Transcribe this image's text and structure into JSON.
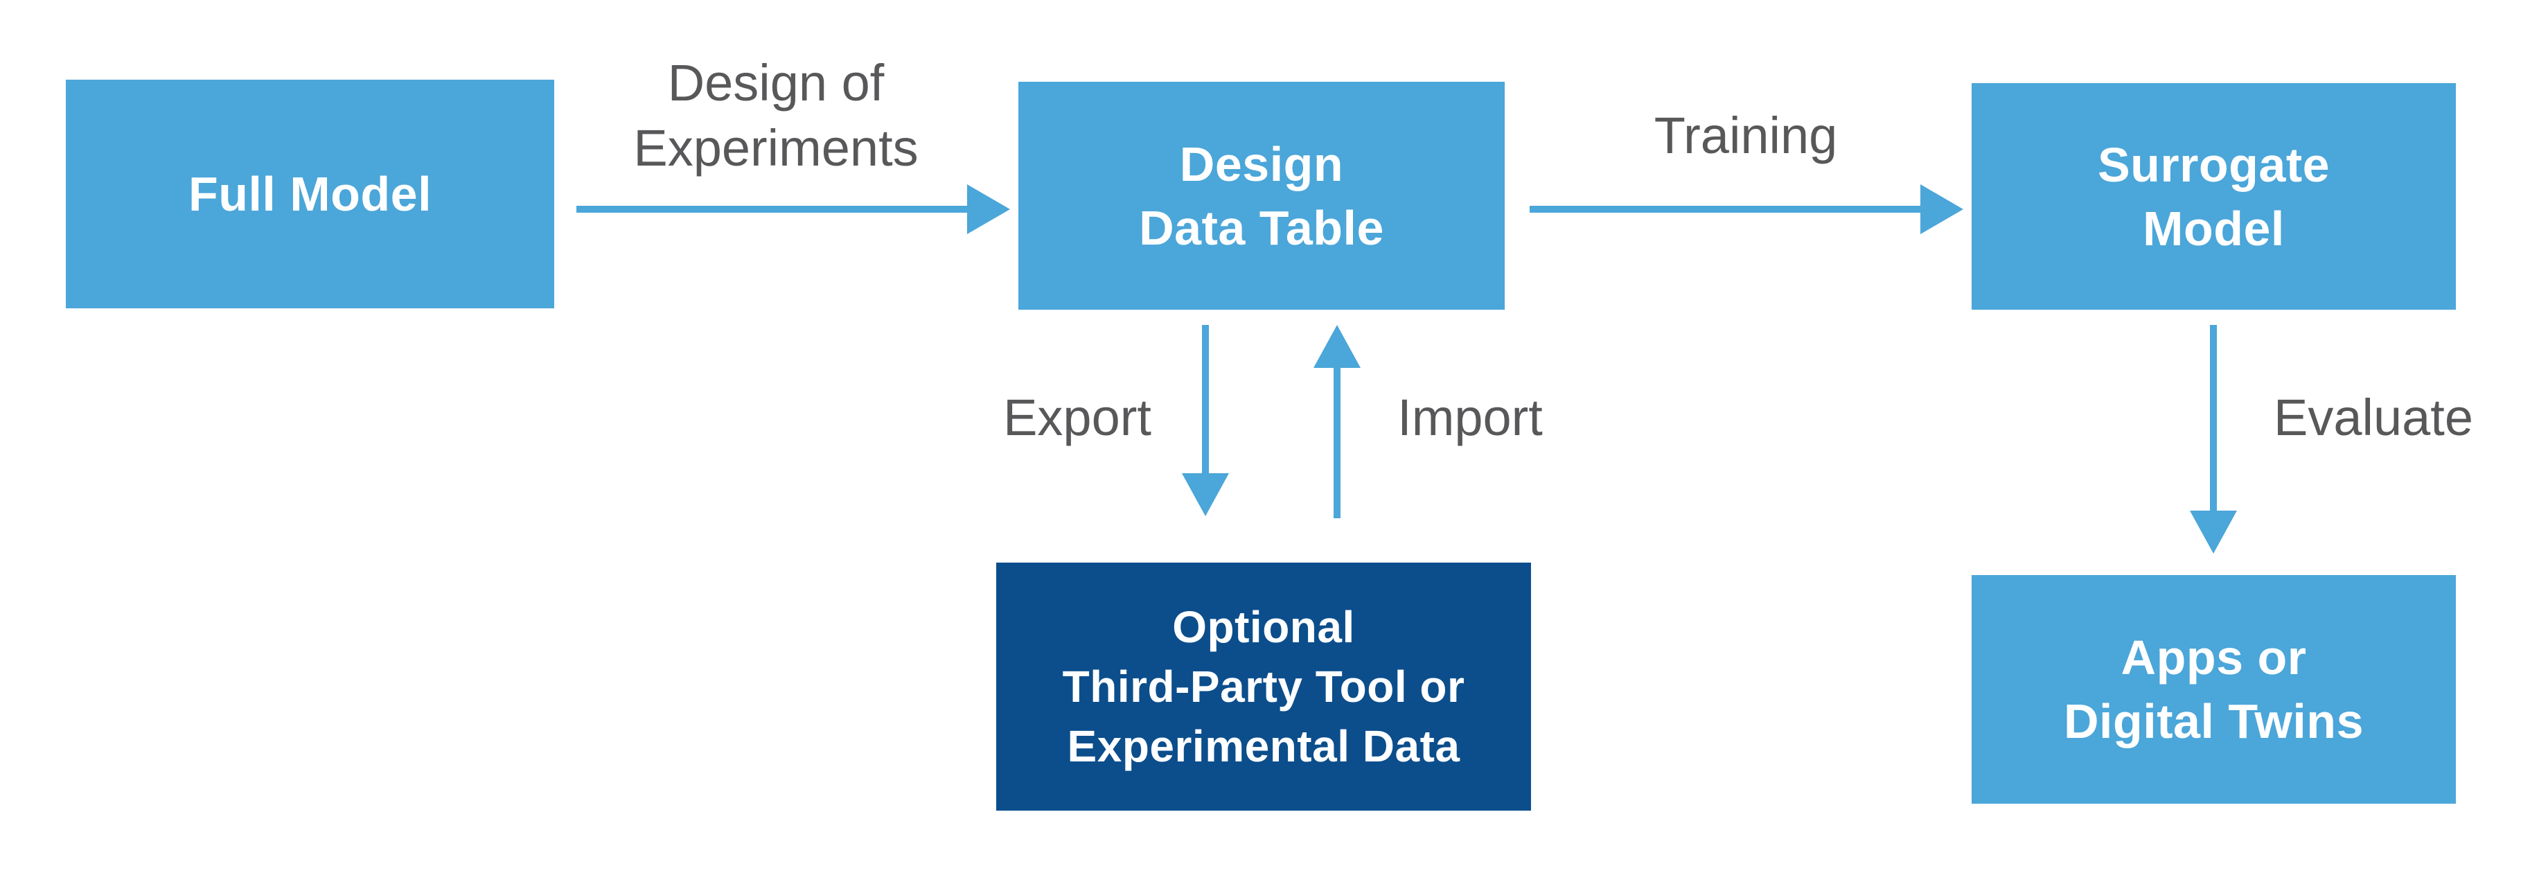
{
  "colors": {
    "background": "#FFFFFF",
    "box_light": "#4BA6D9",
    "box_dark": "#0C4E8C",
    "box_text": "#FFFFFF",
    "label_text": "#58585A",
    "arrow": "#4BA6D9"
  },
  "nodes": {
    "full_model": {
      "label": "Full Model"
    },
    "design_data_table": {
      "label": "Design\nData Table"
    },
    "surrogate_model": {
      "label": "Surrogate\nModel"
    },
    "third_party": {
      "label": "Optional\nThird-Party Tool or\nExperimental Data"
    },
    "apps": {
      "label": "Apps or\nDigital Twins"
    }
  },
  "edges": {
    "design_of_experiments": {
      "label": "Design of\nExperiments"
    },
    "training": {
      "label": "Training"
    },
    "export": {
      "label": "Export"
    },
    "import": {
      "label": "Import"
    },
    "evaluate": {
      "label": "Evaluate"
    }
  }
}
